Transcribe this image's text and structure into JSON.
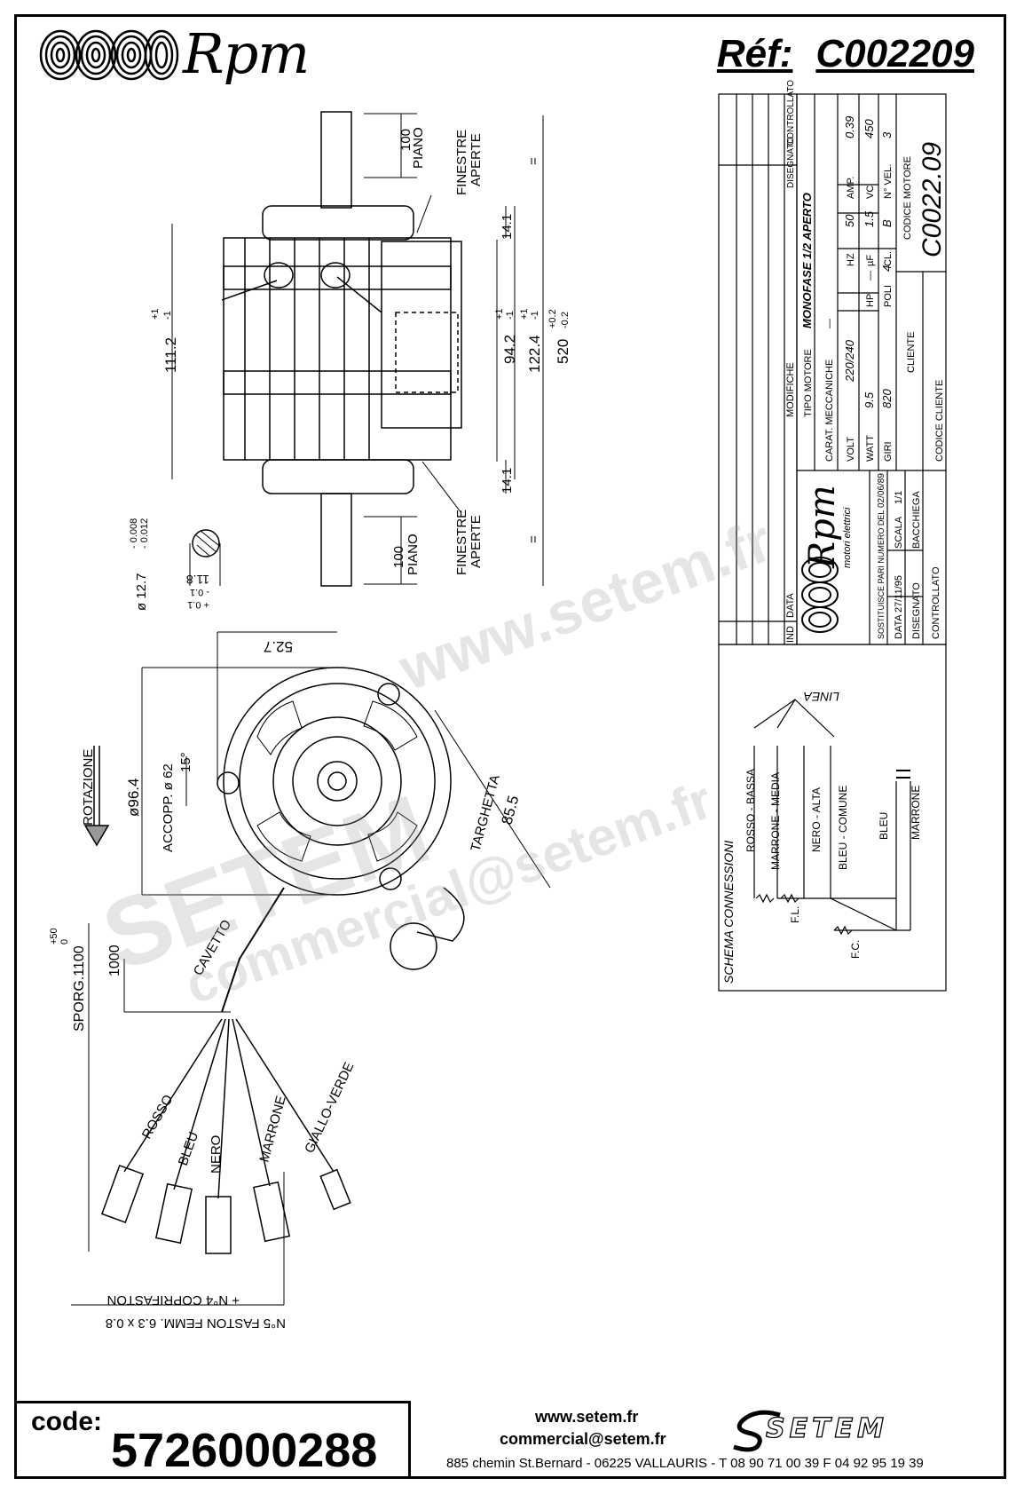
{
  "header": {
    "brand": "Rpm",
    "ref_label": "Réf:",
    "ref_value": "C002209"
  },
  "dims": {
    "d100_top": "100",
    "piano_top": "PIANO",
    "finestre_top": "FINESTRE",
    "aperte_top": "APERTE",
    "d14_top": "14.1",
    "d111": "111.2",
    "d111_tol_p": "+1",
    "d111_tol_m": "-1",
    "d94": "94.2",
    "d94_tol_p": "+1",
    "d94_tol_m": "-1",
    "d122": "122.4",
    "d122_tol_p": "+1",
    "d122_tol_m": "-1",
    "d520": "520",
    "d520_tol_p": "+0.2",
    "d520_tol_m": "-0.2",
    "eq1": "=",
    "eq2": "=",
    "d14_bot": "14.1",
    "d100_bot": "100",
    "piano_bot": "PIANO",
    "finestre_bot": "FINESTRE",
    "aperte_bot": "APERTE",
    "shaft_dia": "ø 12.7",
    "shaft_tol_m1": "- 0.008",
    "shaft_tol_m2": "- 0.012",
    "flat": "11.8",
    "flat_tol_m": "- 0.1",
    "flat_tol_p": "+ 0.1",
    "d527": "52.7",
    "d964": "ø96.4",
    "accopp": "ACCOPP.  ø 62",
    "angle15": "15°",
    "d855": "85.5",
    "targhetta": "TARGHETTA",
    "rotazione": "ROTAZIONE",
    "cavetto": "CAVETTO",
    "sporg": "SPORG.1100",
    "sporg_tol_p": "+50",
    "sporg_tol_0": "0",
    "d1000": "1000",
    "fastons": "N°5 FASTON FEMM. 6.3 x 0.8",
    "copri": "+ N°4 COPRIFASTON"
  },
  "wires": [
    "ROSSO",
    "BLEU",
    "NERO",
    "MARRONE",
    "GIALLO-VERDE"
  ],
  "title_block": {
    "modifiche": "MODIFICHE",
    "ind": "IND",
    "data_col": "DATA",
    "disegnato": "DISEGNATO",
    "controllato": "CONTROLLATO",
    "tipo_motore_lbl": "TIPO MOTORE",
    "tipo_motore": "MONOFASE 1/2 APERTO",
    "carat": "CARAT. MECCANICHE",
    "carat_val": "—",
    "volt_lbl": "VOLT",
    "volt": "220/240",
    "hz_lbl": "HZ",
    "hz": "50",
    "amp_lbl": "AMP.",
    "amp": "0.39",
    "watt_lbl": "WATT",
    "watt": "9.5",
    "hp_lbl": "HP",
    "hp": "—",
    "uf_lbl": "µF",
    "uf": "1.5",
    "vc_lbl": "VC",
    "vc": "450",
    "giri_lbl": "GIRI",
    "giri": "820",
    "poli_lbl": "POLI",
    "poli": "4",
    "cl_lbl": "CL.",
    "cl": "B",
    "vel_lbl": "N° VEL.",
    "vel": "3",
    "cliente_lbl": "CLIENTE",
    "codice_motore_lbl": "CODICE MOTORE",
    "codice_motore": "C0022.09",
    "codice_cliente_lbl": "CODICE CLIENTE",
    "company_logo": "Rpm",
    "company_sub": "motori elettrici",
    "sostituisce": "SOSTITUISCE PARI NUMERO DEL",
    "sost_date": "02/06/89",
    "data_lbl": "DATA",
    "data_val": "27/11/95",
    "scala_lbl": "SCALA",
    "scala_val": "1/1",
    "disegnato_lbl": "DISEGNATO",
    "disegnato_val": "BACCHIEGA",
    "controllato_lbl": "CONTROLLATO"
  },
  "schema": {
    "title": "SCHEMA CONNESSIONI",
    "linea": "LINEA",
    "wires": [
      "ROSSO - BASSA",
      "MARRONE - MEDIA",
      "NERO - ALTA",
      "BLEU - COMUNE",
      "BLEU",
      "MARRONE"
    ],
    "fl": "F.L.",
    "fc": "F.C."
  },
  "code": {
    "label": "code:",
    "value": "5726000288"
  },
  "footer": {
    "web": "www.setem.fr",
    "mail": "commercial@setem.fr",
    "address": "885 chemin St.Bernard  -  06225 VALLAURIS  -  T 08 90 71 00 39   F 04 92 95 19 39",
    "brand": "SETEM"
  },
  "watermarks": [
    "www.setem.fr",
    "SETEM",
    "commercial@setem.fr"
  ]
}
